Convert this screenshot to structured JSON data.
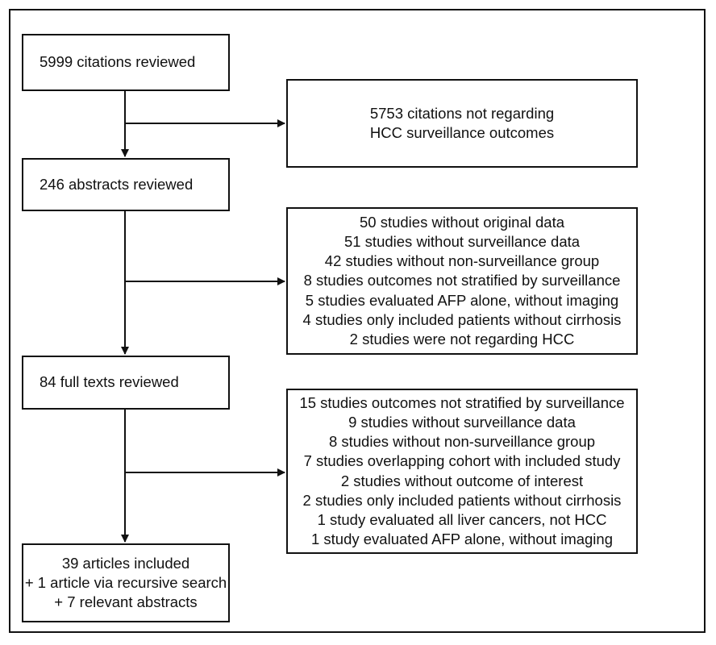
{
  "steps": [
    {
      "lines": [
        "5999 citations reviewed"
      ]
    },
    {
      "lines": [
        "246 abstracts reviewed"
      ]
    },
    {
      "lines": [
        "84 full texts reviewed"
      ]
    },
    {
      "lines": [
        "39 articles included",
        "+ 1 article via recursive search",
        "+ 7 relevant abstracts"
      ]
    }
  ],
  "exclusions": [
    {
      "lines": [
        "5753 citations not regarding",
        "HCC surveillance outcomes"
      ]
    },
    {
      "lines": [
        "50 studies without original data",
        "51 studies without surveillance data",
        "42 studies without non-surveillance group",
        "8 studies outcomes not stratified by surveillance",
        "5 studies evaluated AFP alone, without imaging",
        "4 studies only included patients without cirrhosis",
        "2 studies were not regarding HCC"
      ]
    },
    {
      "lines": [
        "15 studies outcomes not stratified by surveillance",
        "9 studies without surveillance data",
        "8 studies without non-surveillance group",
        "7 studies overlapping cohort with included study",
        "2 studies without outcome of interest",
        "2 studies only included patients without cirrhosis",
        "1 study evaluated all liver cancers, not HCC",
        "1 study evaluated AFP alone, without imaging"
      ]
    }
  ]
}
